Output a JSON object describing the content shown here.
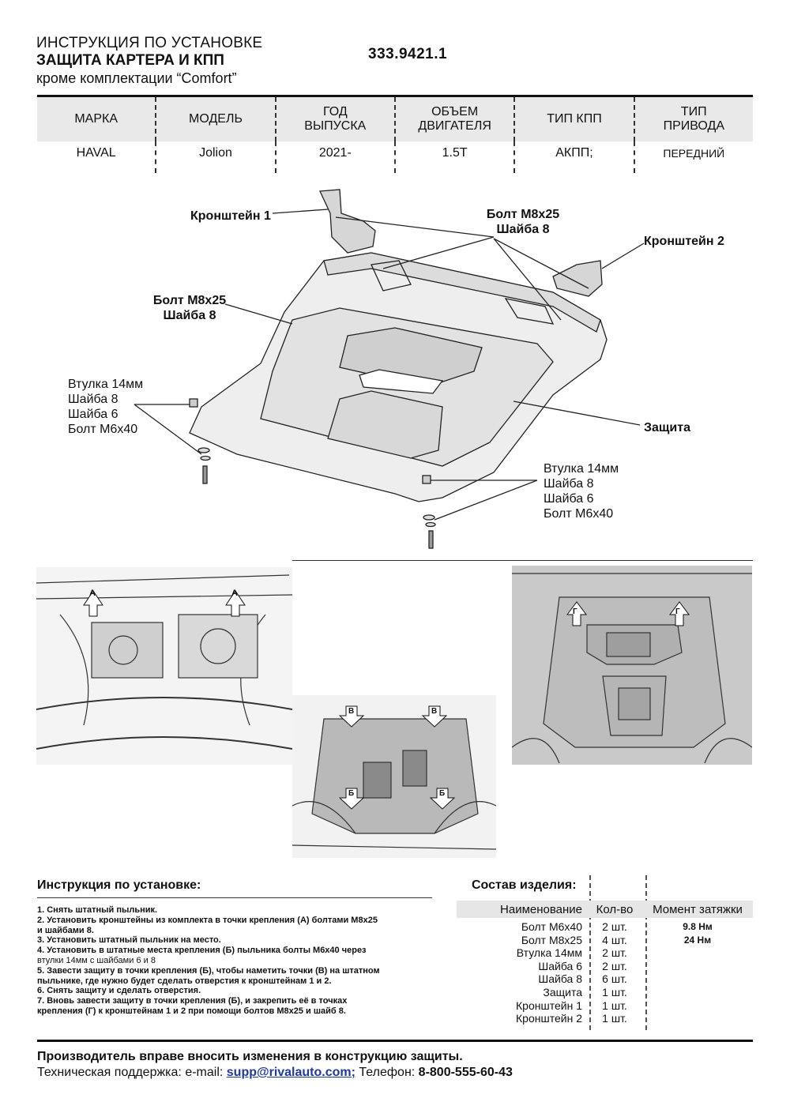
{
  "header": {
    "line1": "ИНСТРУКЦИЯ ПО УСТАНОВКЕ",
    "line2": "ЗАЩИТА КАРТЕРА И КПП",
    "line3": "кроме комплектации “Comfort”",
    "article": "333.9421.1"
  },
  "spec": {
    "headers": [
      "МАРКА",
      "МОДЕЛЬ",
      "ГОД ВЫПУСКА",
      "ОБЪЕМ ДВИГАТЕЛЯ",
      "ТИП КПП",
      "ТИП ПРИВОДА"
    ],
    "values": [
      "HAVAL",
      "Jolion",
      "2021-",
      "1.5T",
      "АКПП;",
      "ПЕРЕДНИЙ"
    ]
  },
  "diagram": {
    "bracket1": "Кронштейн 1",
    "bolt_top_1": "Болт М8х25",
    "washer_top_1": "Шайба 8",
    "bracket2": "Кронштейн 2",
    "bolt_left_1": "Болт М8х25",
    "washer_left_1": "Шайба 8",
    "kit_left": [
      "Втулка 14мм",
      "Шайба 8",
      "Шайба 6",
      "Болт М6х40"
    ],
    "guard": "Защита",
    "kit_right": [
      "Втулка 14мм",
      "Шайба 8",
      "Шайба 6",
      "Болт М6х40"
    ]
  },
  "photos": {
    "marker_a": "А",
    "marker_v": "В",
    "marker_b": "Б",
    "marker_g": "Г"
  },
  "instructions": {
    "title": "Инструкция по установке:",
    "steps": [
      "1. Снять штатный пыльник.",
      "2. Установить кронштейны из комплекта в точки крепления (А) болтами М8х25",
      "и шайбами 8.",
      "3. Установить штатный пыльник на место.",
      "4. Установить в штатные места крепления (Б) пыльника болты М6х40 через",
      "втулки 14мм с шайбами 6 и 8",
      "5. Завести защиту в точки крепления (Б), чтобы наметить точки (В) на штатном",
      "пыльнике, где нужно будет сделать отверстия к кронштейнам 1 и 2.",
      "6. Снять защиту и сделать отверстия.",
      "7. Вновь завести защиту в точки крепления (Б), и закрепить её в точках",
      "крепления (Г) к кронштейнам 1 и 2 при помощи болтов М8х25 и шайб 8."
    ]
  },
  "composition": {
    "title": "Состав изделия:",
    "headers": [
      "Наименование",
      "Кол-во",
      "Момент затяжки"
    ],
    "rows": [
      {
        "name": "Болт М6х40",
        "qty": "2 шт.",
        "torque": "9.8 Нм"
      },
      {
        "name": "Болт М8х25",
        "qty": "4 шт.",
        "torque": "24 Нм"
      },
      {
        "name": "Втулка 14мм",
        "qty": "2 шт.",
        "torque": ""
      },
      {
        "name": "Шайба 6",
        "qty": "2 шт.",
        "torque": ""
      },
      {
        "name": "Шайба 8",
        "qty": "6 шт.",
        "torque": ""
      },
      {
        "name": "Защита",
        "qty": "1 шт.",
        "torque": ""
      },
      {
        "name": "Кронштейн 1",
        "qty": "1 шт.",
        "torque": ""
      },
      {
        "name": "Кронштейн 2",
        "qty": "1 шт.",
        "torque": ""
      }
    ]
  },
  "footer": {
    "notice": "Производитель вправе вносить изменения в конструкцию защиты.",
    "support_label": "Техническая поддержка:  e-mail: ",
    "email": "supp@rivalauto.com;",
    "phone_label": " Телефон: ",
    "phone": "8-800-555-60-43"
  }
}
